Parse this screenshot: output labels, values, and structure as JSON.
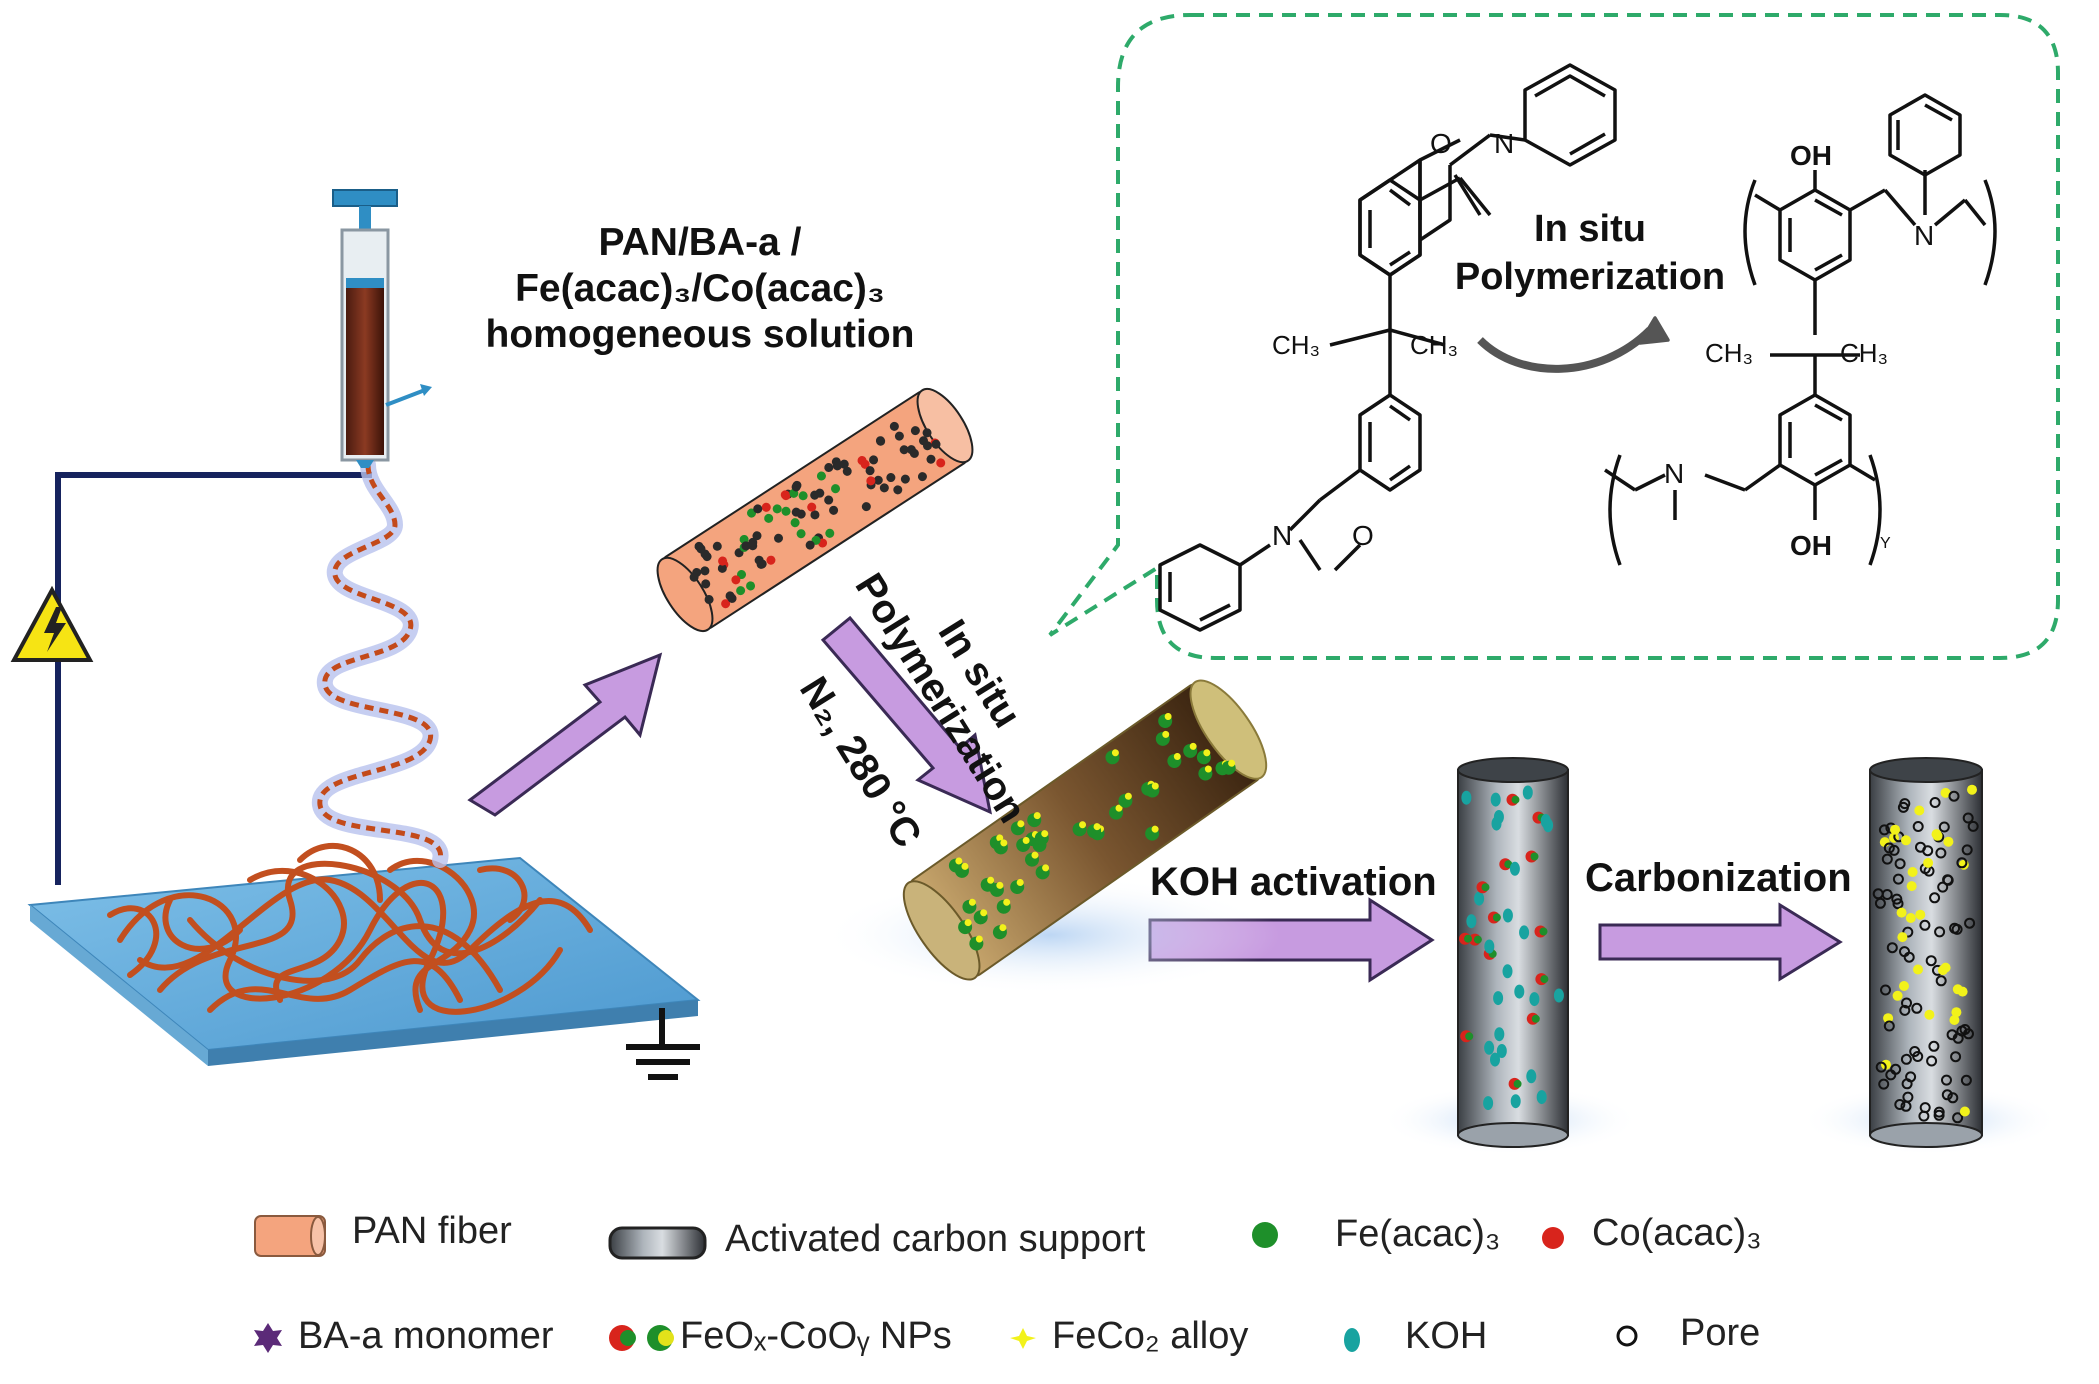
{
  "solution_label": [
    "PAN/BA-a /",
    "Fe(acac)₃/Co(acac)₃",
    "homogeneous solution"
  ],
  "step_polymerization": [
    "In situ",
    "Polymerization"
  ],
  "step_atmosphere": "N₂, 280 °C",
  "step_koh": "KOH activation",
  "step_carbonization": "Carbonization",
  "inset": {
    "arrow_label": [
      "In situ",
      "Polymerization"
    ],
    "monomer_atoms": {
      "o1": "O",
      "n1": "N",
      "o2": "O",
      "n2": "N",
      "ch3_left": "CH₃",
      "ch3_right": "CH₃"
    },
    "polymer_atoms": {
      "oh_top": "OH",
      "n_top": "N",
      "ch3_left": "CH₃",
      "ch3_right": "CH₃",
      "n_bottom": "N",
      "oh_bottom": "OH",
      "sub_y": "Y"
    }
  },
  "legend": {
    "pan_fiber": "PAN fiber",
    "activated_carbon": "Activated carbon support",
    "fe_acac": "Fe(acac)₃",
    "co_acac": "Co(acac)₃",
    "ba_monomer": "BA-a monomer",
    "nps": "FeOₓ-CoOᵧ NPs",
    "alloy": "FeCo₂ alloy",
    "koh": "KOH",
    "pore": "Pore"
  },
  "colors": {
    "dash": "#2eaa6a",
    "arrow": "#c79be0",
    "arrow_stroke": "#3a2a55",
    "pan": "#f4a47e",
    "fe": "#1e8f2a",
    "co": "#d8241c",
    "koh": "#18a3a0",
    "alloy": "#f2f21a",
    "fiber": "#c24f1f",
    "plate": "#5ba9dc"
  }
}
